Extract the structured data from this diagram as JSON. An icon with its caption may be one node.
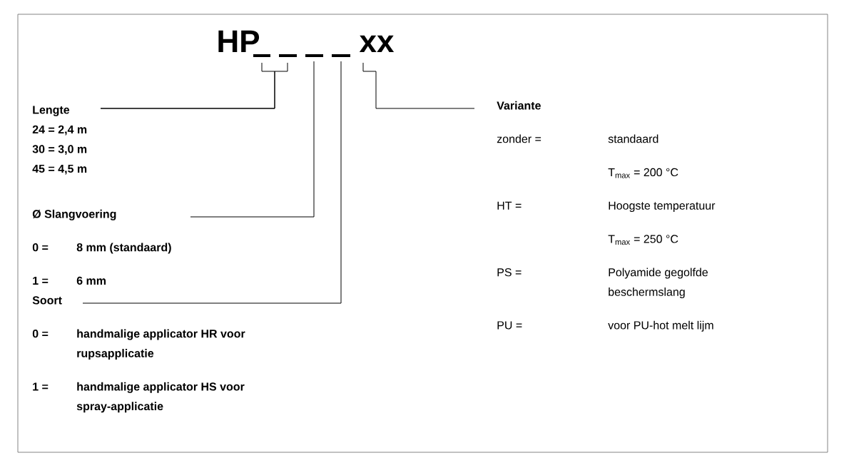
{
  "diagram": {
    "nodes": [
      {
        "text": [],
        "shape": "bar"
      },
      {
        "text": [],
        "shape": "bar"
      },
      {
        "text": [],
        "shape": "bar"
      },
      {
        "text": [],
        "shape": "bar"
      },
      {
        "text": [
          "xx"
        ]
      },
      {
        "text": [
          "Lengte",
          "24 = 2,4 m",
          "30 = 3,0 m",
          "45 = 4,5 m"
        ]
      },
      {
        "text": [
          "Variante",
          "zonder =",
          "standaard",
          "T$_{max}$ = 200 °C",
          "HT =",
          "Hoogste temperatuur",
          "T$_{max}$ = 250 °C",
          "PS =",
          "Polyamide gegolfde beschermslang",
          "PU =",
          "voor PU-hot melt lijm"
        ]
      },
      {
        "text": [
          "Ø Slangvoering",
          "0 =",
          "8 mm (standaard)",
          "1 =",
          "6 mm"
        ]
      },
      {
        "text": [
          "Soort",
          "0 =",
          "handmalige applicator HR voor rupsapplicatie",
          "1 =",
          "handmalige applicator HS voor spray-applicatie"
        ]
      }
    ],
    "edges": [
      {
        "from": 5,
        "to": 0,
        "arrow": "none"
      },
      {
        "from": 5,
        "to": 1,
        "arrow": "none"
      },
      {
        "from": 6,
        "to": 4,
        "arrow": "none"
      },
      {
        "from": 7,
        "to": 2,
        "arrow": "none"
      },
      {
        "from": 8,
        "to": 3,
        "arrow": "none"
      }
    ],
    "labels": [
      "HP"
    ]
  }
}
